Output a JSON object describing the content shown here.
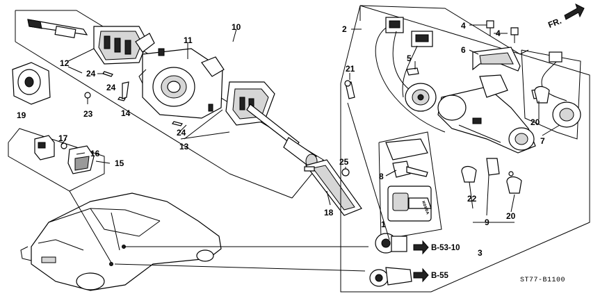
{
  "diagram": {
    "direction_label": "FR.",
    "code": "ST77-B1100",
    "callouts": [
      {
        "id": "c1",
        "text": "1"
      },
      {
        "id": "c2",
        "text": "2"
      },
      {
        "id": "c3",
        "text": "3"
      },
      {
        "id": "c4a",
        "text": "4"
      },
      {
        "id": "c4b",
        "text": "4"
      },
      {
        "id": "c5",
        "text": "5"
      },
      {
        "id": "c6",
        "text": "6"
      },
      {
        "id": "c7",
        "text": "7"
      },
      {
        "id": "c8",
        "text": "8"
      },
      {
        "id": "c9",
        "text": "9"
      },
      {
        "id": "c10",
        "text": "10"
      },
      {
        "id": "c11",
        "text": "11"
      },
      {
        "id": "c12",
        "text": "12"
      },
      {
        "id": "c13",
        "text": "13"
      },
      {
        "id": "c14",
        "text": "14"
      },
      {
        "id": "c15",
        "text": "15"
      },
      {
        "id": "c16",
        "text": "16"
      },
      {
        "id": "c17",
        "text": "17"
      },
      {
        "id": "c18",
        "text": "18"
      },
      {
        "id": "c19",
        "text": "19"
      },
      {
        "id": "c20a",
        "text": "20"
      },
      {
        "id": "c20b",
        "text": "20"
      },
      {
        "id": "c21",
        "text": "21"
      },
      {
        "id": "c22",
        "text": "22"
      },
      {
        "id": "c23",
        "text": "23"
      },
      {
        "id": "c24a",
        "text": "24"
      },
      {
        "id": "c24b",
        "text": "24"
      },
      {
        "id": "c24c",
        "text": "24"
      },
      {
        "id": "c25",
        "text": "25"
      }
    ],
    "references": [
      {
        "id": "r1",
        "text": "B-53-10"
      },
      {
        "id": "r2",
        "text": "B-55"
      }
    ],
    "key_brand": "HONDA"
  }
}
